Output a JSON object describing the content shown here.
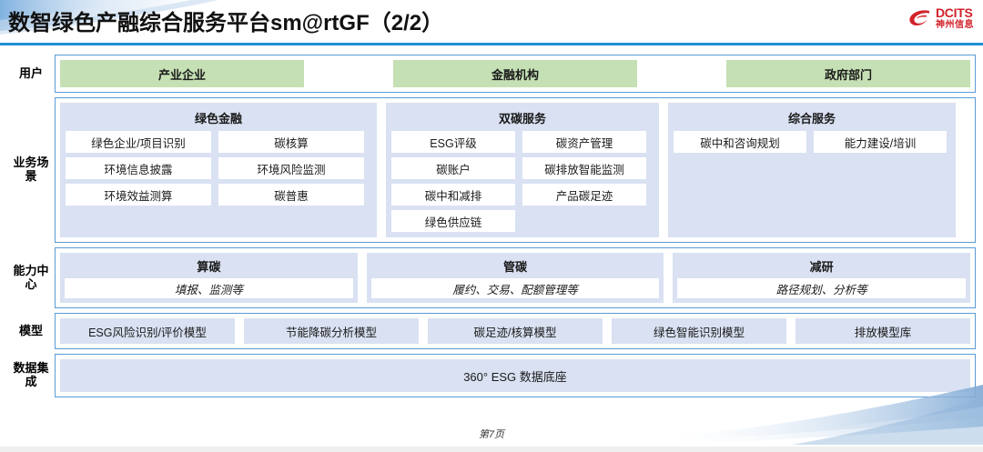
{
  "header": {
    "title": "数智绿色产融综合服务平台sm@rtGF（2/2）",
    "logo_en": "DCITS",
    "logo_cn": "神州信息",
    "logo_icon": "dcits-swirl-logo",
    "brand_red": "#D2222A",
    "rule_blue": "#1F8FD6"
  },
  "colors": {
    "user_green": "#C5E0B4",
    "panel_blue": "#D9E1F2",
    "border_blue": "#5B9BD5",
    "item_white": "#FFFFFF"
  },
  "rows": [
    {
      "label": "用户",
      "users": [
        "产业企业",
        "金融机构",
        "政府部门"
      ]
    },
    {
      "label": "业务场\n景",
      "groups": [
        {
          "title": "绿色金融",
          "items": [
            "绿色企业/项目识别",
            "碳核算",
            "环境信息披露",
            "环境风险监测",
            "环境效益测算",
            "碳普惠"
          ]
        },
        {
          "title": "双碳服务",
          "items": [
            "ESG评级",
            "碳资产管理",
            "碳账户",
            "碳排放智能监测",
            "碳中和减排",
            "产品碳足迹",
            "绿色供应链"
          ]
        },
        {
          "title": "综合服务",
          "items": [
            "碳中和咨询规划",
            "能力建设/培训"
          ]
        }
      ]
    },
    {
      "label": "能力中\n心",
      "groups": [
        {
          "title": "算碳",
          "sub": "填报、监测等"
        },
        {
          "title": "管碳",
          "sub": "履约、交易、配额管理等"
        },
        {
          "title": "减研",
          "sub": "路径规划、分析等"
        }
      ]
    },
    {
      "label": "模型",
      "items": [
        "ESG风险识别/评价模型",
        "节能降碳分析模型",
        "碳足迹/核算模型",
        "绿色智能识别模型",
        "排放模型库"
      ]
    },
    {
      "label": "数据集\n成",
      "bar": "360° ESG 数据底座"
    }
  ],
  "footer": {
    "page": "第7页"
  }
}
